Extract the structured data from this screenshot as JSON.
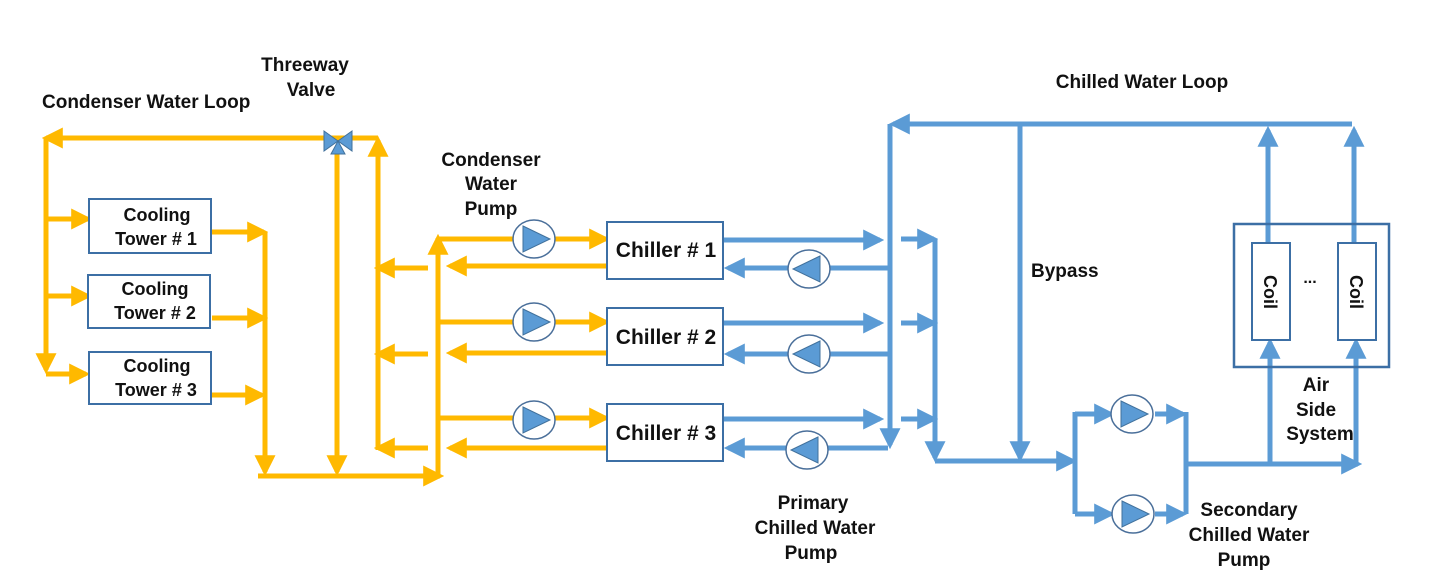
{
  "colors": {
    "condenser_pipe": "#ffb900",
    "chilled_pipe": "#5b9bd5",
    "box_border": "#3c6fa5",
    "text": "#111111"
  },
  "labels": {
    "condenser_loop": "Condenser Water Loop",
    "threeway_valve": [
      "Threeway",
      "Valve"
    ],
    "condenser_pump": [
      "Condenser",
      "Water",
      "Pump"
    ],
    "chilled_loop": "Chilled Water Loop",
    "bypass": "Bypass",
    "air_side": [
      "Air",
      "Side",
      "System"
    ],
    "primary_pump": [
      "Primary",
      "Chilled Water",
      "Pump"
    ],
    "secondary_pump": [
      "Secondary",
      "Chilled Water",
      "Pump"
    ],
    "coil_ellipsis": "..."
  },
  "cooling_towers": [
    {
      "line1": "Cooling",
      "line2": "Tower # 1"
    },
    {
      "line1": "Cooling",
      "line2": "Tower # 2"
    },
    {
      "line1": "Cooling",
      "line2": "Tower # 3"
    }
  ],
  "chillers": [
    {
      "label": "Chiller # 1"
    },
    {
      "label": "Chiller # 2"
    },
    {
      "label": "Chiller # 3"
    }
  ],
  "coils": [
    {
      "label": "Coil"
    },
    {
      "label": "Coil"
    }
  ]
}
